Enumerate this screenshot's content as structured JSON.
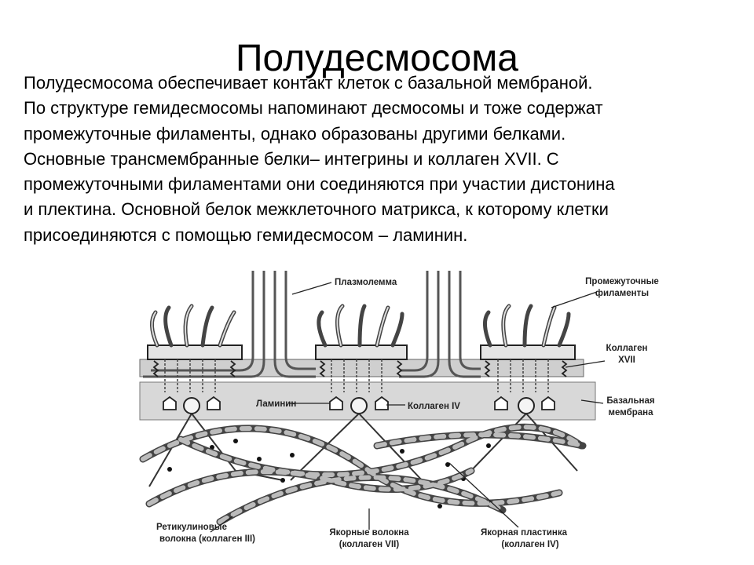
{
  "slide": {
    "title": "Полудесмосома",
    "paragraph_lines": [
      "Полудесмосома обеспечивает контакт клеток с базальной мембраной.",
      "По структуре гемидесмосомы напоминают десмосомы и тоже содержат",
      "промежуточные филаменты, однако образованы другими белками.",
      "Основные трансмембранные белки– интегрины и коллаген XVII. С",
      "промежуточными филаментами они соединяются при участии дистонина",
      "и плектина. Основной белок межклеточного матрикса, к которому клетки",
      "присоединяются с помощью гемидесмосом – ламинин."
    ]
  },
  "diagram": {
    "labels": {
      "plasmalemma": "Плазмолемма",
      "intermediate_filaments": [
        "Промежуточные",
        "филаменты"
      ],
      "collagen_xvii": [
        "Коллаген",
        "XVII"
      ],
      "basal_membrane": [
        "Базальная",
        "мембрана"
      ],
      "laminin": "Ламинин",
      "collagen_iv": "Коллаген IV",
      "reticulin_fibers": [
        "Ретикулиновые",
        "волокна (коллаген III)"
      ],
      "anchoring_fibers": [
        "Якорные волокна",
        "(коллаген VII)"
      ],
      "anchoring_plate": [
        "Якорная пластинка",
        "(коллаген IV)"
      ]
    },
    "colors": {
      "membrane_fill": "#d4d4d4",
      "membrane_stroke": "#555555",
      "fiber_dark": "#4a4a4a",
      "fiber_light": "#b8b8b8",
      "leader_line": "#222222"
    }
  }
}
